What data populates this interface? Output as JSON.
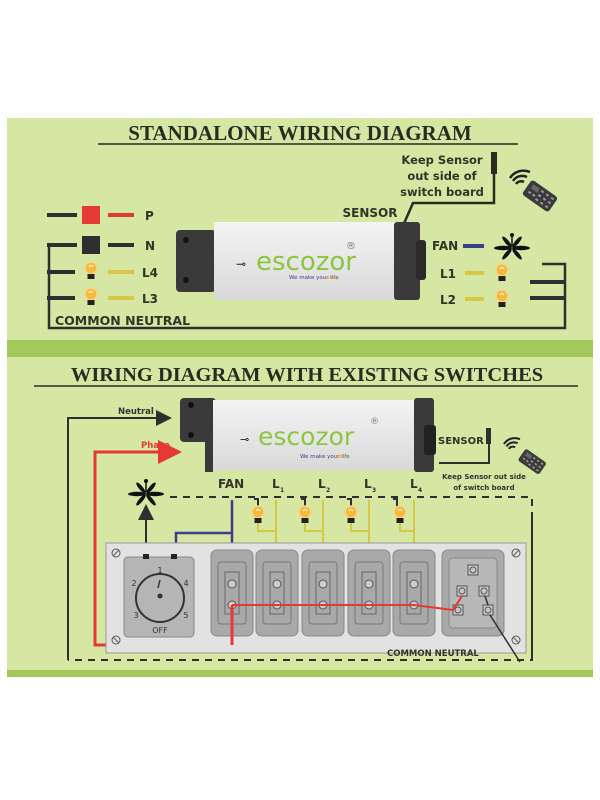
{
  "sections": {
    "standalone": {
      "title": "STANDALONE WIRING DIAGRAM",
      "sensor_note_lines": [
        "Keep Sensor",
        "out side of",
        "switch board"
      ],
      "sensor_label": "SENSOR",
      "left_terminals": [
        {
          "label": "P",
          "kind": "phase",
          "color": "#e53935"
        },
        {
          "label": "N",
          "kind": "neutral",
          "color": "#2f2f2f"
        },
        {
          "label": "L4",
          "kind": "bulb",
          "color": "#d8c646"
        },
        {
          "label": "L3",
          "kind": "bulb",
          "color": "#d8c646"
        }
      ],
      "right_terminals": [
        {
          "label": "FAN",
          "kind": "fan",
          "color": "#3a3f8a"
        },
        {
          "label": "L1",
          "kind": "bulb",
          "color": "#d8c646"
        },
        {
          "label": "L2",
          "kind": "bulb",
          "color": "#d8c646"
        }
      ],
      "common_neutral": "COMMON NEUTRAL"
    },
    "existing": {
      "title": "WIRING DIAGRAM WITH EXISTING SWITCHES",
      "neutral_label": "Neutral",
      "phase_label": "Phase",
      "sensor_label": "SENSOR",
      "sensor_note_lines": [
        "Keep Sensor out side",
        "of switch board"
      ],
      "outputs": [
        "FAN",
        "L",
        "L",
        "L",
        "L"
      ],
      "output_subscripts": [
        "",
        "1",
        "2",
        "3",
        "4"
      ],
      "regulator_positions": [
        "1",
        "2",
        "3",
        "4",
        "5"
      ],
      "regulator_off": "OFF",
      "common_neutral": "COMMON NEUTRAL"
    }
  },
  "device": {
    "brand": "escozor",
    "registered": "®",
    "tagline": "We make your life",
    "tagline_highlight": "easy"
  },
  "colors": {
    "panel": "#d6e7a4",
    "band": "#a3c85a",
    "phase": "#e53935",
    "neutral": "#2f2f2f",
    "fan_wire": "#3a3f8a",
    "light_wire": "#d8c646",
    "brand_green": "#8cc63f",
    "brand_orange": "#f5a623"
  }
}
